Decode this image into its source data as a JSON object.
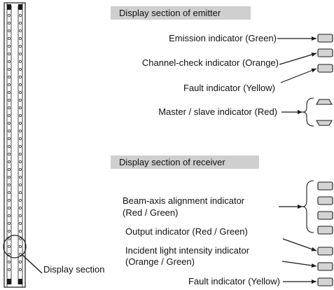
{
  "emitter": {
    "header": "Display section of emitter",
    "emission_label": "Emission indicator (Green)",
    "channel_check_label": "Channel-check indicator (Orange)",
    "fault_label": "Fault indicator (Yellow)",
    "master_slave_label": "Master / slave indicator (Red)"
  },
  "receiver": {
    "header": "Display section of receiver",
    "beam_axis_label_line1": "Beam-axis alignment indicator",
    "beam_axis_label_line2": "(Red / Green)",
    "output_label": "Output indicator (Red / Green)",
    "incident_label_line1": "Incident light intensity indicator",
    "incident_label_line2": "(Orange / Green)",
    "fault_label": "Fault indicator (Yellow)"
  },
  "display_section_label": "Display section",
  "colors": {
    "header_bg": "#cfcfcf",
    "indicator_fill": "#d4d4d4",
    "line": "#1a1a1a"
  }
}
